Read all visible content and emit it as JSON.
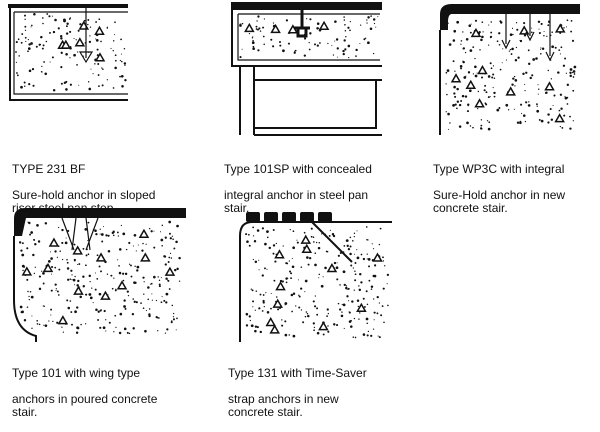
{
  "figures": [
    {
      "title": "TYPE 231 BF",
      "caption": "Sure-hold anchor in sloped\nriser steel pan step."
    },
    {
      "title": "Type 101SP with concealed",
      "caption": "integral anchor in steel pan\nstair."
    },
    {
      "title": "Type WP3C with integral",
      "caption": "Sure-Hold anchor in new\nconcrete stair."
    },
    {
      "title": "Type 101 with wing type",
      "caption": "anchors in poured concrete\nstair."
    },
    {
      "title": "Type 131 with Time-Saver",
      "caption": "strap anchors in new\nconcrete stair."
    }
  ]
}
